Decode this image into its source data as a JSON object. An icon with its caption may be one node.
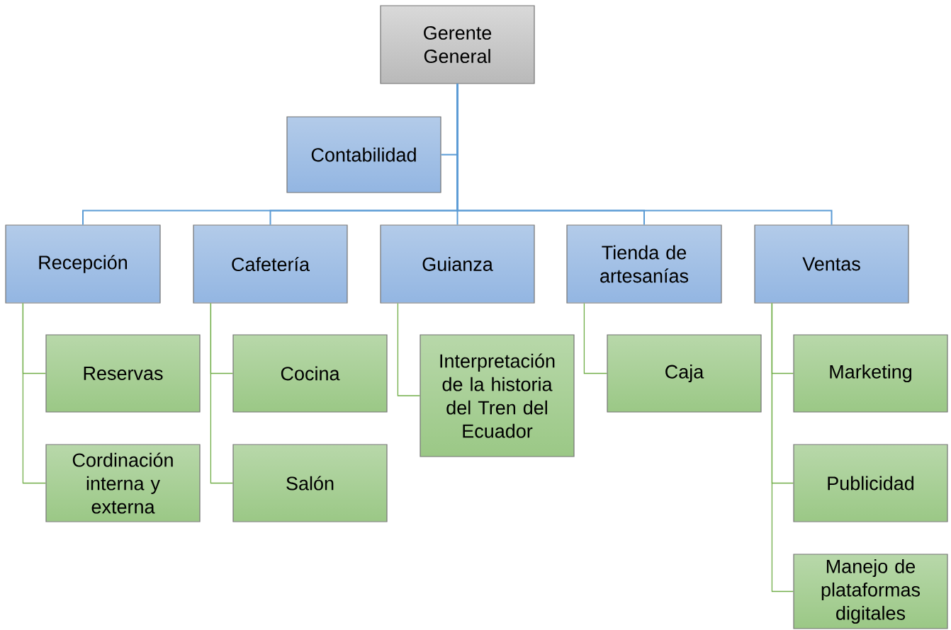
{
  "diagram": {
    "nodes": [
      {
        "text": [
          "Gerente General"
        ]
      },
      {
        "text": [
          "Contabilidad"
        ]
      },
      {
        "text": [
          "Recepción"
        ]
      },
      {
        "text": [
          "Cafetería"
        ]
      },
      {
        "text": [
          "Guianza"
        ]
      },
      {
        "text": [
          "Tienda de artesanías"
        ]
      },
      {
        "text": [
          "Ventas"
        ]
      },
      {
        "text": [
          "Reservas"
        ]
      },
      {
        "text": [
          "Cordinación interna y externa"
        ]
      },
      {
        "text": [
          "Cocina"
        ]
      },
      {
        "text": [
          "Salón"
        ]
      },
      {
        "text": [
          "Interpretación de la historia del Tren del Ecuador"
        ]
      },
      {
        "text": [
          "Caja"
        ]
      },
      {
        "text": [
          "Marketing"
        ]
      },
      {
        "text": [
          "Publicidad"
        ]
      },
      {
        "text": [
          "Manejo de plataformas digitales"
        ]
      }
    ],
    "edges": [
      {
        "from": 0,
        "to": 1,
        "arrow": "none",
        "color": "#5b9bd5"
      },
      {
        "from": 0,
        "to": 2,
        "arrow": "none",
        "color": "#5b9bd5"
      },
      {
        "from": 0,
        "to": 3,
        "arrow": "none",
        "color": "#5b9bd5"
      },
      {
        "from": 0,
        "to": 4,
        "arrow": "none",
        "color": "#5b9bd5"
      },
      {
        "from": 0,
        "to": 5,
        "arrow": "none",
        "color": "#5b9bd5"
      },
      {
        "from": 0,
        "to": 6,
        "arrow": "none",
        "color": "#5b9bd5"
      },
      {
        "from": 2,
        "to": 7,
        "arrow": "none"
      },
      {
        "from": 2,
        "to": 8,
        "arrow": "none"
      },
      {
        "from": 3,
        "to": 9,
        "arrow": "none"
      },
      {
        "from": 3,
        "to": 10,
        "arrow": "none"
      },
      {
        "from": 4,
        "to": 11,
        "arrow": "none"
      },
      {
        "from": 5,
        "to": 12,
        "arrow": "none"
      },
      {
        "from": 6,
        "to": 13,
        "arrow": "none"
      },
      {
        "from": 6,
        "to": 14,
        "arrow": "none"
      },
      {
        "from": 6,
        "to": 15,
        "arrow": "none"
      }
    ]
  }
}
